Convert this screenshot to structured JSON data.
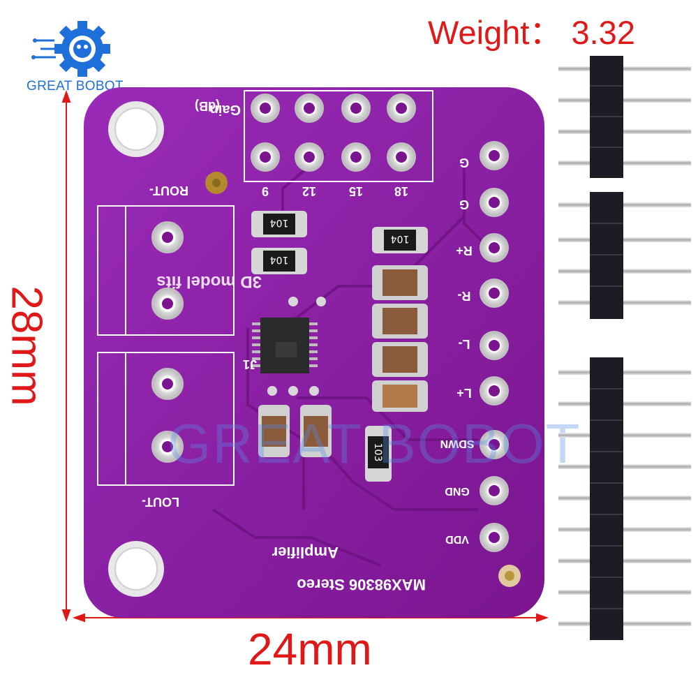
{
  "brand": {
    "logo_text": "GREAT BOBOT",
    "color": "#1e6fd9"
  },
  "weight_label": "Weight： 3.32",
  "dimensions": {
    "height": "28mm",
    "width": "24mm",
    "color": "#e01818"
  },
  "board": {
    "color": "#8a1fa6",
    "gain_label": "Gain",
    "gain_unit": "(dB)",
    "gain_values": [
      "9",
      "12",
      "15",
      "18"
    ],
    "output_labels": [
      "ROUT-",
      "LOUT-"
    ],
    "pin_labels": [
      "G",
      "G",
      "R+",
      "R-",
      "L-",
      "L+",
      "SDWN",
      "GND",
      "VDD"
    ],
    "resistor_codes": [
      "104",
      "104",
      "104",
      "103"
    ],
    "jumper_label": "J1",
    "model_note": "3D model fits",
    "product_line1": "MAX98306 Stereo",
    "product_line2": "Amplifier"
  },
  "watermark": "GREAT BOBOT"
}
